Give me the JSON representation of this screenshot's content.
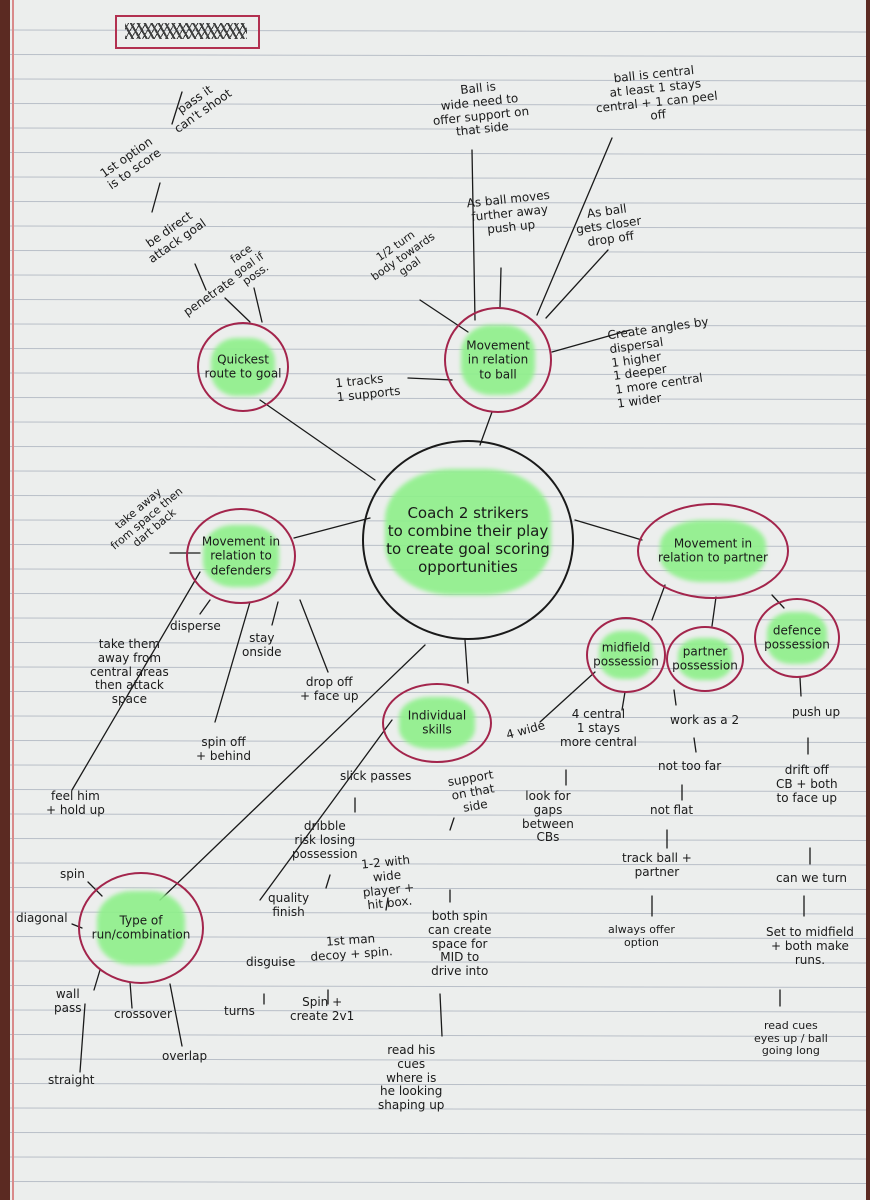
{
  "central": {
    "label": "Coach 2 strikers\nto combine their play\nto create goal scoring\nopportunities"
  },
  "nodes": {
    "quickest": "Quickest\nroute to goal",
    "movement_ball": "Movement\nin relation\nto ball",
    "movement_defenders": "Movement in\nrelation to\ndefenders",
    "movement_partner": "Movement in\nrelation to partner",
    "individual_skills": "Individual\nskills",
    "type_of_run": "Type of\nrun/combination",
    "midfield_possession": "midfield\npossession",
    "partner_possession": "partner\npossession",
    "defence_possession": "defence\npossession"
  },
  "notes": {
    "pass_it": "pass it\ncan't shoot",
    "first_option": "1st option\nis to score",
    "be_direct": "be direct\nattack goal",
    "penetrate": "penetrate",
    "face_goal": "face\ngoal if\nposs.",
    "ball_wide": "Ball is\nwide need to\noffer support on\nthat side",
    "ball_central": "ball is central\nat least 1 stays\ncentral + 1 can peel\noff",
    "ball_moves_away": "As ball moves\nfurther away\npush up",
    "ball_closer": "As ball\ngets closer\ndrop off",
    "half_turn": "1/2 turn\nbody towards\ngoal",
    "create_angles": "Create angles by\ndispersal\n1 higher\n1 deeper\n1 more central\n1 wider",
    "tracks_supports": "1 tracks\n1 supports",
    "take_away_space": "take away\nfrom space then\ndart back",
    "disperse": "disperse",
    "stay_onside": "stay\nonside",
    "take_them_away": "take them\naway from\ncentral areas\nthen attack\nspace",
    "drop_off_face_up": "drop off\n+ face up",
    "spin_off": "spin off\n+ behind",
    "feel_him": "feel him\n+ hold up",
    "slick_passes": "slick passes",
    "dribble": "dribble\nrisk losing\npossession",
    "quality_finish": "quality\nfinish",
    "disguise": "disguise",
    "turns": "turns",
    "support_that_side": "support\non that\nside",
    "one_two": "1-2 with\nwide\nplayer +\nhit box.",
    "first_man_decoy": "1st man\ndecoy + spin.",
    "spin_create": "Spin +\ncreate 2v1",
    "four_wide": "4 wide",
    "four_central": "4 central\n1 stays\nmore central",
    "look_for_gaps": "look for\ngaps\nbetween\nCBs",
    "both_spin": "both spin\ncan create\nspace for\nMID to\ndrive into",
    "read_his_cues": "read his\ncues\nwhere is\nhe looking\nshaping up",
    "work_as_2": "work as a 2",
    "not_too_far": "not too far",
    "not_flat": "not flat",
    "track_ball": "track ball +\npartner",
    "always_offer": "always offer\noption",
    "push_up": "push up",
    "drift_off": "drift off\nCB + both\nto face up",
    "can_we_turn": "can we turn",
    "set_to_midfield": "Set to midfield\n+ both make\nruns.",
    "read_cues": "read cues\neyes up / ball\ngoing long",
    "spin": "spin",
    "diagonal": "diagonal",
    "wall_pass": "wall\npass",
    "crossover": "crossover",
    "overlap": "overlap",
    "straight": "straight"
  },
  "colors": {
    "ink": "#1a1a1a",
    "node_border": "#a3254c",
    "highlight": "#8ef08a",
    "paper": "#eceeed",
    "rule_line": "#b9bfc8",
    "margin_line": "#d98a8a"
  }
}
